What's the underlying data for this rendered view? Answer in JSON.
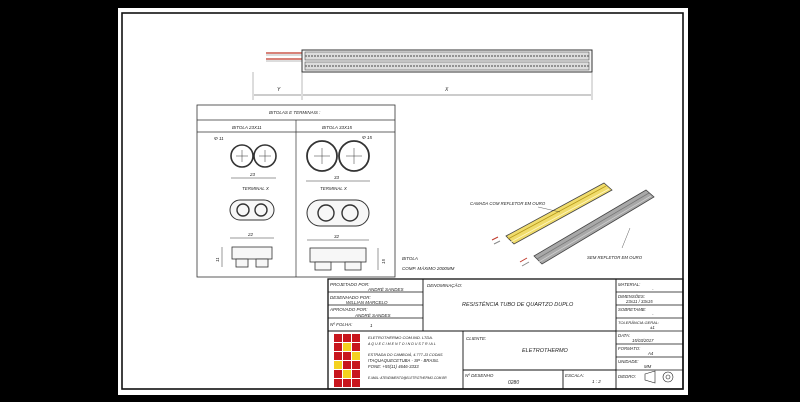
{
  "dimensions": {
    "y": "Y",
    "x": "X"
  },
  "gauges_table": {
    "title": "BITOLAS E TERMINAIS :",
    "col1": {
      "header": "BITOLA 23X11",
      "diameter": "Φ 11",
      "width": "23",
      "terminal": "TERMINAL X",
      "terminal_width": "22",
      "height": "11"
    },
    "col2": {
      "header": "BITOLA 33X15",
      "diameter": "Φ 15",
      "width": "33",
      "terminal": "TERMINAL X",
      "terminal_width": "32",
      "height": "15"
    }
  },
  "notes": {
    "line1": "BITOLA",
    "line2": "COMP. MÁXIMO 2000MM"
  },
  "callouts": {
    "golden": "CAMADA COM REFLETOR EM OURO",
    "plain": "SEM REFLETOR EM OURO"
  },
  "title_block": {
    "projected_label": "PROJETADO POR:",
    "projected_value": "ANDRÉ SANDES",
    "drawn_label": "DESENHADO POR:",
    "drawn_value": "WILLIAN MARCELO",
    "approved_label": "APROVADO POR:",
    "approved_value": "ANDRÉ SANDES",
    "sheet_label": "Nº FOLHA:",
    "sheet_value": "1",
    "denomination_label": "DENOMINAÇÃO:",
    "denomination_value": "RESISTÊNCIA TUBO DE QUARTZO DUPLO",
    "material_label": "MATERIAL:",
    "material_value": "-",
    "dimensions_label": "DIMENSÕES:",
    "dimensions_value": "23x11 / 33x15",
    "surface_label": "SOBRETAMB:",
    "surface_value": "-",
    "tolerance_label": "TOLERÂNCIA GERAL:",
    "tolerance_value": "±1",
    "client_label": "CLIENTE:",
    "client_value": "ELETROTHERMO",
    "drawing_label": "Nº DESENHO",
    "drawing_value": "0280",
    "scale_label": "ESCALA:",
    "scale_value": "1 : 2",
    "date_label": "DATA:",
    "date_value": "15/03/2017",
    "format_label": "FORMATO:",
    "format_value": "A4",
    "unit_label": "UNIDADE:",
    "unit_value": "MM",
    "view_label": "DIEDRO:",
    "company_line1": "ELETROTHERMO COM.IND. LTDA.",
    "company_line2": "A Q U E C I M E N T O   I N D U S T R I A L",
    "company_line3": "ESTRADA DO CAMBOIÁ, 4.777-J3 CODAS",
    "company_line4": "ITAQUAQUECETUBA - SP - BRASIL",
    "company_line5": "FONE: +55(11) 4646-3333",
    "company_line6": "E-MAIL: ATENDIMENTO@ELETROTHERMO.COM.BR"
  },
  "colors": {
    "gold": "#e9d35a",
    "grey": "#9a9a9a",
    "logo_red": "#c8161d",
    "logo_yellow": "#f4d21f"
  }
}
